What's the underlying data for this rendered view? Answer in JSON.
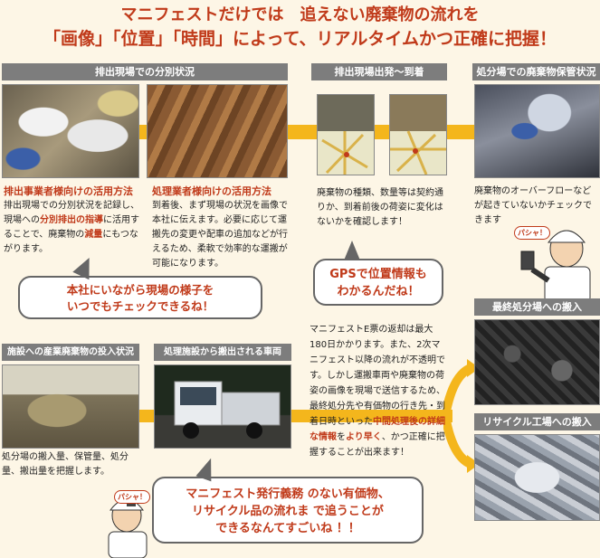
{
  "title": {
    "line1": "マニフェストだけでは　追えない廃棄物の流れを",
    "line2": "「画像」「位置」「時間」によって、リアルタイムかつ正確に把握！"
  },
  "sections": {
    "sorting_header": "排出現場での分別状況",
    "depart_header": "排出現場出発～到着",
    "storage_header": "処分場での廃棄物保管状況",
    "facility_header": "施設への産業廃棄物の投入状況",
    "vehicle_header": "処理施設から搬出される車両",
    "final_header": "最終処分場への搬入",
    "recycle_header": "リサイクル工場への搬入"
  },
  "emitter": {
    "title": "排出事業者様向けの活用方法",
    "t1": "排出現場での分別状況を記録し、現場への",
    "t1_red": "分別排出の指導",
    "t1b": "に活用することで、廃棄物の",
    "t1_red2": "減量",
    "t1c": "にもつながります。"
  },
  "processor": {
    "title": "処理業者様向けの活用方法",
    "text": "到着後、まず現場の状況を画像で本社に伝えます。必要に応じて運搬先の変更や配車の追加などが行えるため、柔軟で効率的な運搬が可能になります。"
  },
  "depart_text": "廃棄物の種類、数量等は契約通りか、到着前後の荷姿に変化はないかを確認します！",
  "storage_text": "廃棄物のオーバーフローなどが起きていないかチェックできます",
  "gps_bubble": {
    "line1": "GPSで位置情報も",
    "line2": "わかるんだね！"
  },
  "office_bubble": {
    "line1": "本社にいながら現場の様子を",
    "line2": "いつでもチェックできるね！"
  },
  "facility_text": "処分場の搬入量、保管量、処分量、搬出量を把握します。",
  "manifest_text": {
    "p1": "マニフェストE票の返却は最大180日かかります。また、2次マニフェスト以降の流れが不透明です。しかし運搬車両や廃棄物の荷姿の画像を現場で送信するため、最終処分先や有価物の行き先・到着日時といった",
    "red1": "中間処理後の詳細な情報",
    "p2": "を",
    "red2": "より早く",
    "p3": "、かつ正確に把握することが出来ます！"
  },
  "bottom_bubble": {
    "line1": "マニフェスト発行義務 のない有価物、",
    "line2": "リサイクル品の流れま で追うことが",
    "line3": "できるなんてすごいね ！！"
  },
  "pasha_label": "パシャ！",
  "colors": {
    "accent_red": "#c03a1a",
    "band_yellow": "#f4b61c",
    "header_gray": "#7d7d7d"
  }
}
